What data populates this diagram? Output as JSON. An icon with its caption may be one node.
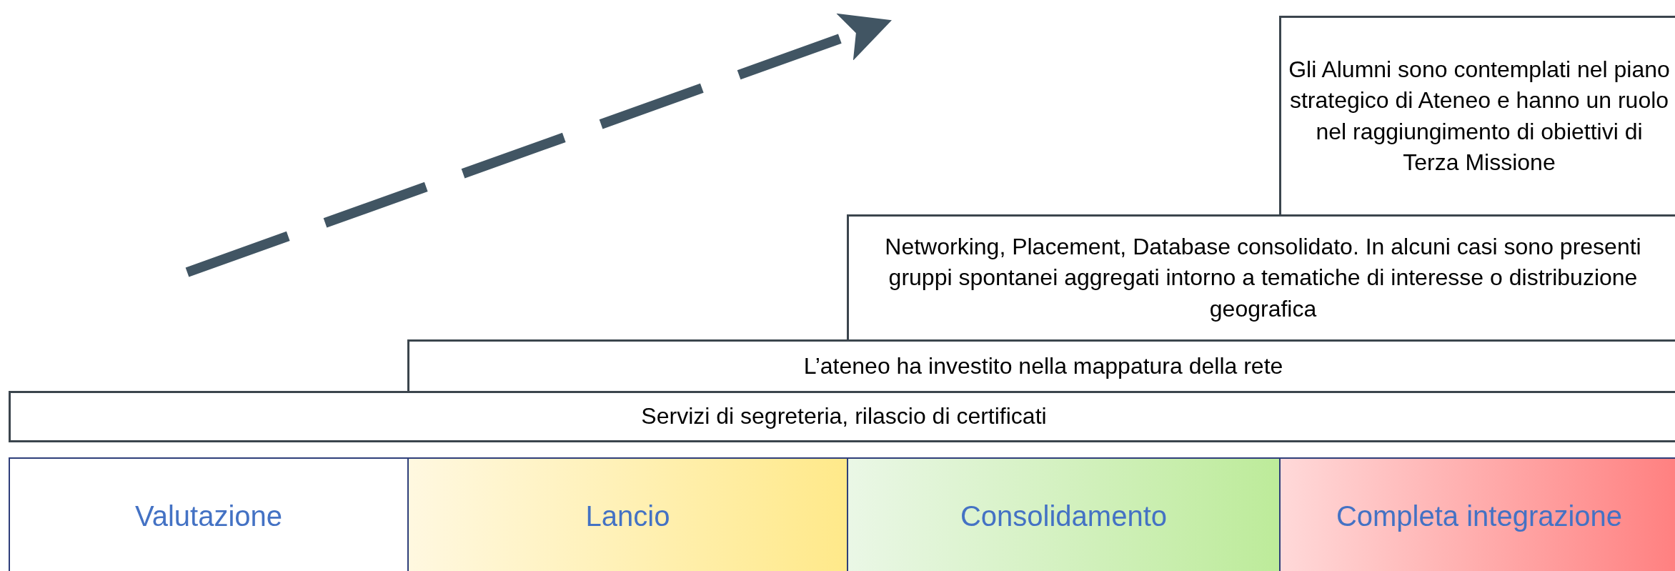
{
  "diagram": {
    "nodes": [
      {
        "text": [
          "Gli Alumni sono contemplati nel piano strategico di Ateneo e hanno un ruolo nel raggiungimento di obiettivi di Terza Missione"
        ]
      },
      {
        "text": [
          "Networking, Placement, Database consolidato. In alcuni casi sono presenti gruppi spontanei aggregati intorno a tematiche di interesse o distribuzione geografica"
        ]
      },
      {
        "text": [
          "L’ateneo ha investito nella mappatura della rete"
        ]
      },
      {
        "text": [
          "Servizi di segreteria, rilascio di certificati"
        ]
      },
      {
        "text": [
          "Valutazione"
        ]
      },
      {
        "text": [
          "Lancio"
        ]
      },
      {
        "text": [
          "Consolidamento"
        ]
      },
      {
        "text": [
          "Completa integrazione"
        ]
      }
    ]
  }
}
